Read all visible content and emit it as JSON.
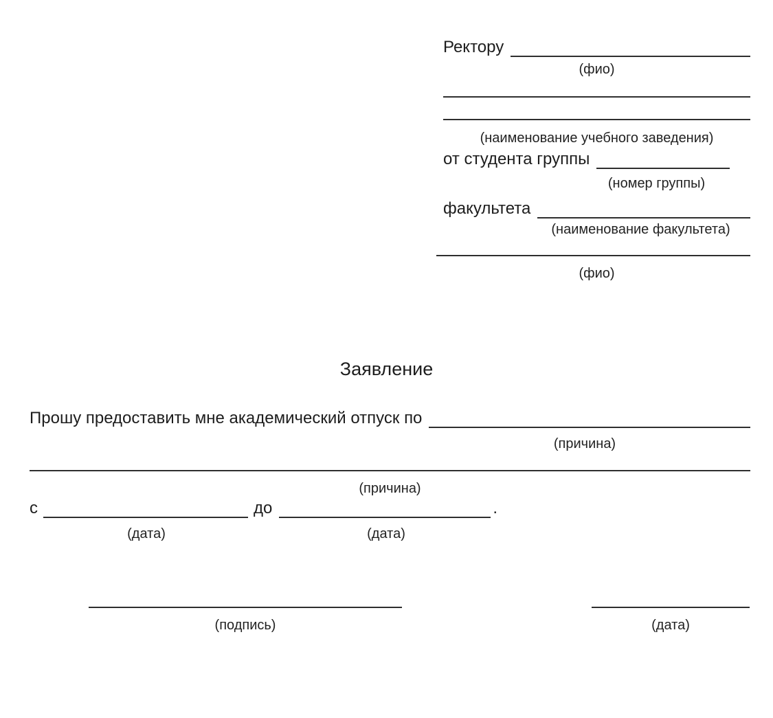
{
  "document": {
    "header": {
      "addressee_label": "Ректору",
      "addressee_caption": "(фио)",
      "institution_caption": "(наименование учебного заведения)",
      "from_student_label": "от студента группы",
      "group_caption": "(номер группы)",
      "faculty_label": "факультета",
      "faculty_caption": "(наименование факультета)",
      "applicant_caption": "(фио)"
    },
    "title": "Заявление",
    "body": {
      "request_text": "Прошу предоставить мне академический отпуск по",
      "reason_caption_1": "(причина)",
      "reason_caption_2": "(причина)",
      "from_label": "с",
      "to_label": "до",
      "period_terminator": ".",
      "date_from_caption": "(дата)",
      "date_to_caption": "(дата)"
    },
    "footer": {
      "signature_caption": "(подпись)",
      "date_caption": "(дата)"
    }
  }
}
